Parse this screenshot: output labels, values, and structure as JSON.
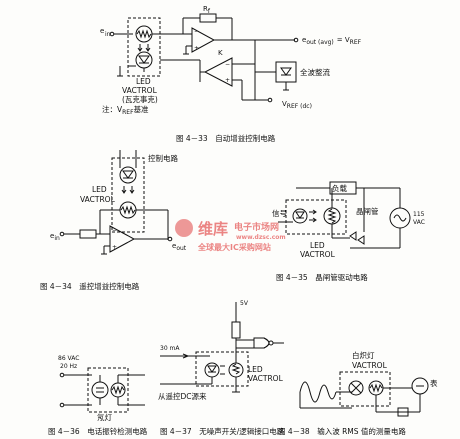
{
  "fig433": {
    "caption": "图 4－33　自动增益控制电路",
    "ein": "e",
    "ein_sub": "in",
    "rf": "R",
    "rf_sub": "f",
    "eout": "e",
    "eout_sub": "out (avg)",
    "eout_eq": "= V",
    "eout_ref": "REF",
    "k": "K",
    "rectifier": "全波整流",
    "vref": "V",
    "vref_sub": "REF (dc)",
    "led": "LED",
    "vactrol": "VACTROL",
    "vactrol_cn": "(瓦克事克)",
    "note": "注：V",
    "note_sub": "REF",
    "note_tail": "基准"
  },
  "fig434": {
    "caption": "图 4－34　遥控增益控制电路",
    "control": "控制电路",
    "led": "LED",
    "vactrol": "VACTROL",
    "ein": "e",
    "ein_sub": "in",
    "eout": "e",
    "eout_sub": "out"
  },
  "fig435": {
    "caption": "图 4－35　晶闸管驱动电路",
    "load": "负载",
    "signal": "信号",
    "thyristor": "晶闸管",
    "led": "LED",
    "vactrol": "VACTROL",
    "vac": "115",
    "vac2": "VAC"
  },
  "fig436": {
    "caption": "图 4－36　电话振铃检测电路",
    "vac": "86 VAC",
    "hz": "20 Hz",
    "lamp": "氖灯"
  },
  "fig437": {
    "caption": "图 4－37　无噪声开关/逻辑接口电路",
    "v5": "5V",
    "ma": "30 mA",
    "led": "LED",
    "vactrol": "VACTROL",
    "remote": "从遥控DC源来"
  },
  "fig438": {
    "caption": "图 4－38　输入波 RMS 值的测量电路",
    "lamp": "白炽灯",
    "vactrol": "VACTROL",
    "meter": "表"
  },
  "watermark": {
    "brand": "维库",
    "brand2": "电子市场网",
    "url": "www.dzsc.com",
    "slogan": "全球最大IC采购网站"
  }
}
